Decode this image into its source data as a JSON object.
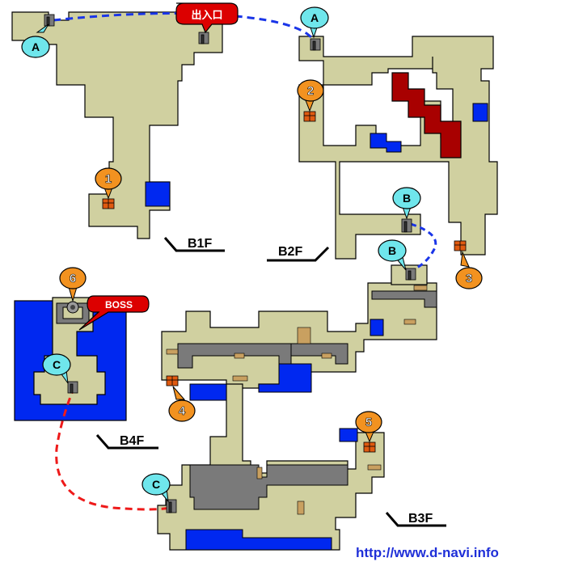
{
  "colors": {
    "floor": "#d0d0a0",
    "outline": "#000000",
    "water": "#0028f0",
    "lava": "#a80000",
    "wall": "#7a7a7a",
    "stair_link_blue": "#1a35e8",
    "stair_link_red": "#ee1a1a",
    "marker_orange": "#f29220",
    "marker_cyan": "#6fe6ec",
    "tag_red": "#dc0000"
  },
  "floors": [
    {
      "id": "b1f",
      "label": "B1F"
    },
    {
      "id": "b2f",
      "label": "B2F"
    },
    {
      "id": "b3f",
      "label": "B3F"
    },
    {
      "id": "b4f",
      "label": "B4F"
    }
  ],
  "entrance_label": "出入口",
  "boss_label": "BOSS",
  "stair_markers": [
    "A",
    "A",
    "B",
    "B",
    "C",
    "C"
  ],
  "treasure_markers": [
    "1",
    "2",
    "3",
    "4",
    "5",
    "6"
  ],
  "icons": {
    "stairs": "stairs-icon",
    "treasure": "treasure-chest-icon",
    "boss": "boss-spot-icon"
  },
  "footer_url": "http://www.d-navi.info"
}
